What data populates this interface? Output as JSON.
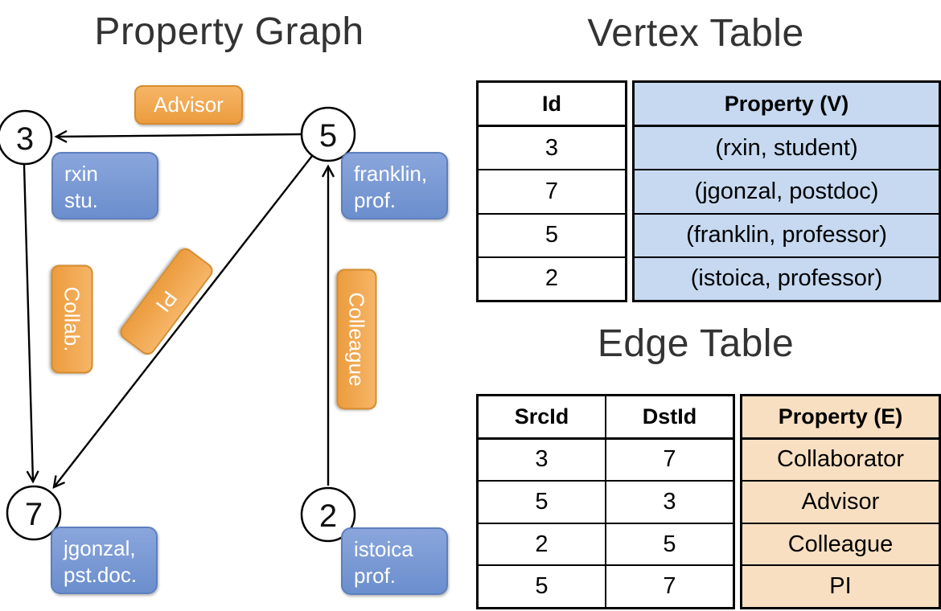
{
  "titles": {
    "graph": "Property Graph",
    "vertex_table": "Vertex Table",
    "edge_table": "Edge Table"
  },
  "graph": {
    "nodes": [
      {
        "id": "3",
        "line1": "rxin",
        "line2": "stu."
      },
      {
        "id": "5",
        "line1": "franklin,",
        "line2": "prof."
      },
      {
        "id": "7",
        "line1": "jgonzal,",
        "line2": "pst.doc."
      },
      {
        "id": "2",
        "line1": "istoica",
        "line2": "prof."
      }
    ],
    "edge_labels": {
      "advisor": "Advisor",
      "collab": "Collab.",
      "pi": "PI",
      "colleague": "Colleague"
    }
  },
  "vertex_table": {
    "headers": {
      "id": "Id",
      "property": "Property (V)"
    },
    "rows": [
      {
        "id": "3",
        "property": "(rxin, student)"
      },
      {
        "id": "7",
        "property": "(jgonzal, postdoc)"
      },
      {
        "id": "5",
        "property": "(franklin, professor)"
      },
      {
        "id": "2",
        "property": "(istoica, professor)"
      }
    ]
  },
  "edge_table": {
    "headers": {
      "src": "SrcId",
      "dst": "DstId",
      "property": "Property (E)"
    },
    "rows": [
      {
        "src": "3",
        "dst": "7",
        "property": "Collaborator"
      },
      {
        "src": "5",
        "dst": "3",
        "property": "Advisor"
      },
      {
        "src": "2",
        "dst": "5",
        "property": "Colleague"
      },
      {
        "src": "5",
        "dst": "7",
        "property": "PI"
      }
    ]
  },
  "colors": {
    "edge_accent": "#EC9C3E",
    "vertex_accent": "#6B8ECD",
    "vertex_cell_bg": "#C6D9F0",
    "edge_cell_bg": "#F8DFC1"
  }
}
